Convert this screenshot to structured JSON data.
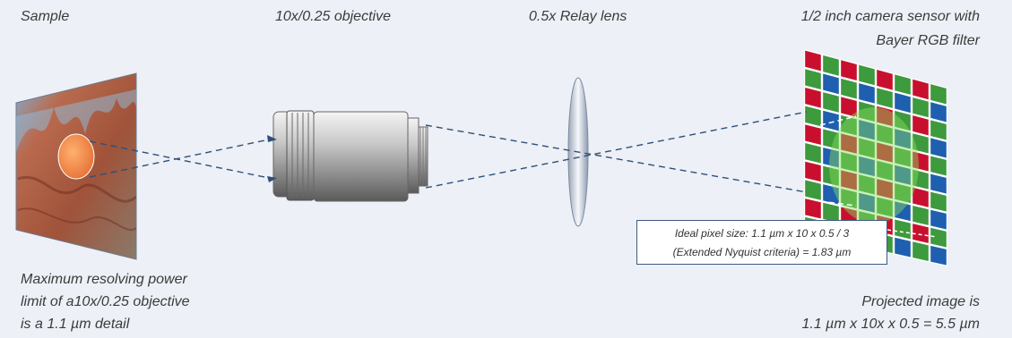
{
  "labels": {
    "sample": "Sample",
    "objective": "10x/0.25 objective",
    "relay": "0.5x Relay lens",
    "sensor_line1": "1/2 inch camera sensor with",
    "sensor_line2": "Bayer RGB filter"
  },
  "bottom_left": {
    "line1": "Maximum resolving power",
    "line2": "limit of a10x/0.25 objective",
    "line3": "is a 1.1 µm detail"
  },
  "bottom_right": {
    "line1": "Projected image is",
    "line2": "1.1 µm x 10x  x 0.5 = 5.5 µm"
  },
  "callout": {
    "line1": "Ideal pixel size:  1.1 µm x 10 x 0.5 / 3",
    "line2": "(Extended Nyquist criteria) = 1.83 µm"
  },
  "colors": {
    "background": "#edf0f6",
    "ray": "#2f4f7a",
    "bayer_red": "#c8102e",
    "bayer_green": "#3d9a3d",
    "bayer_blue": "#1f5fb0",
    "spot": "#f28a4a"
  }
}
